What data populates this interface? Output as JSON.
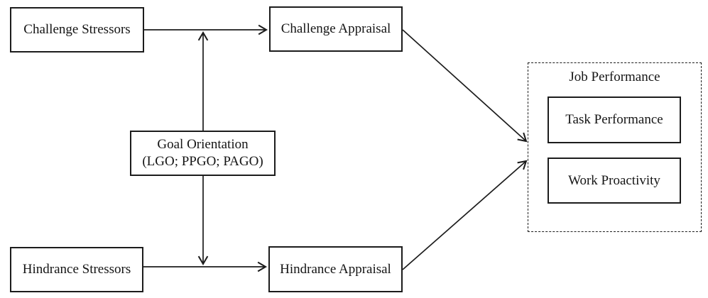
{
  "canvas": {
    "background": "#ffffff",
    "line_color": "#1c1c1c"
  },
  "nodes": {
    "challenge_stressors": {
      "label": "Challenge Stressors"
    },
    "challenge_appraisal": {
      "label": "Challenge Appraisal"
    },
    "goal_orientation": {
      "label_line1": "Goal Orientation",
      "label_line2": "(LGO; PPGO; PAGO)"
    },
    "hindrance_stressors": {
      "label": "Hindrance Stressors"
    },
    "hindrance_appraisal": {
      "label": "Hindrance Appraisal"
    },
    "job_performance": {
      "label": "Job Performance"
    },
    "task_performance": {
      "label": "Task Performance"
    },
    "work_proactivity": {
      "label": "Work Proactivity"
    }
  },
  "edges": [
    {
      "from": "Challenge Stressors",
      "to": "Challenge Appraisal",
      "type": "direct"
    },
    {
      "from": "Hindrance Stressors",
      "to": "Hindrance Appraisal",
      "type": "direct"
    },
    {
      "from": "Goal Orientation (LGO; PPGO; PAGO)",
      "to": "Challenge Stressors -> Challenge Appraisal",
      "type": "moderation"
    },
    {
      "from": "Goal Orientation (LGO; PPGO; PAGO)",
      "to": "Hindrance Stressors -> Hindrance Appraisal",
      "type": "moderation"
    },
    {
      "from": "Challenge Appraisal",
      "to": "Job Performance",
      "type": "direct"
    },
    {
      "from": "Hindrance Appraisal",
      "to": "Job Performance",
      "type": "direct"
    }
  ]
}
